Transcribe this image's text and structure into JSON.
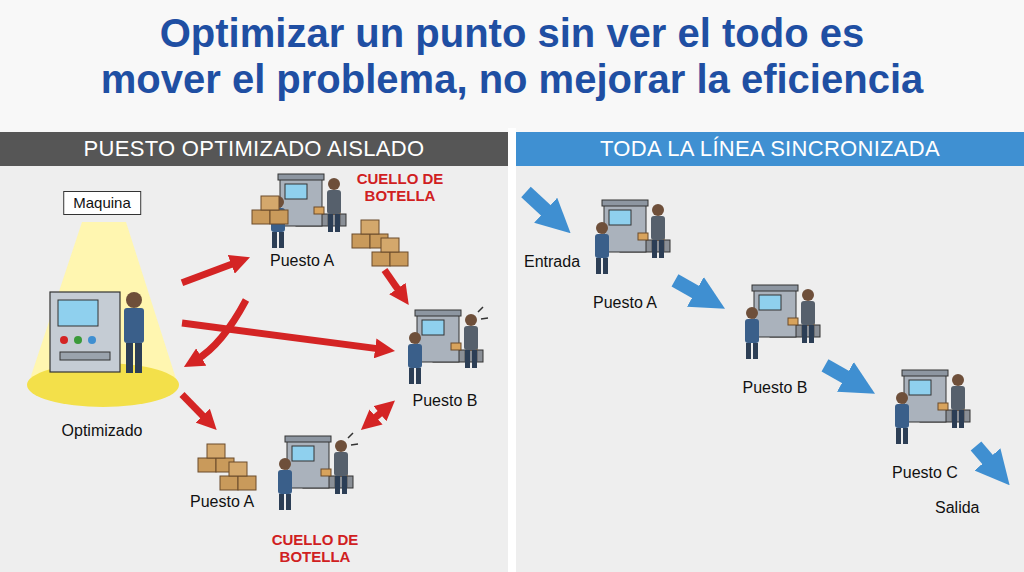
{
  "diagram": {
    "title": "Optimizar un punto sin ver el todo es mover el problema, no mejorar la eficiencia",
    "nodes": [
      {
        "text": [
          "PUESTO OPTIMIZADO AISLADO"
        ]
      },
      {
        "text": [
          "Maquina",
          "Optimizado"
        ],
        "in": 0
      },
      {
        "text": [
          "CUELLO DE BOTELLA",
          "Puesto A"
        ],
        "in": 0
      },
      {
        "text": [
          "Puesto B"
        ],
        "in": 0
      },
      {
        "text": [
          "Puesto A",
          "CUELLO DE BOTELLA"
        ],
        "in": 0
      },
      {
        "text": [
          "TODA LA LÍNEA SINCRONIZADA"
        ]
      },
      {
        "text": [
          "Puesto A"
        ],
        "in": 5
      },
      {
        "text": [
          "Puesto B"
        ],
        "in": 5
      },
      {
        "text": [
          "Puesto C"
        ],
        "in": 5
      }
    ],
    "edges": [
      {
        "from": 1,
        "to": 2,
        "arrow": "to"
      },
      {
        "from": 1,
        "to": 3,
        "arrow": "to"
      },
      {
        "from": 1,
        "to": 4,
        "arrow": "to"
      },
      {
        "from": 2,
        "to": 3,
        "arrow": "to"
      },
      {
        "from": 3,
        "to": 4,
        "arrow": "both"
      },
      {
        "from": 6,
        "to": 7,
        "arrow": "to"
      },
      {
        "from": 7,
        "to": 8,
        "arrow": "to"
      }
    ],
    "labels": [
      "Entrada",
      "Salida"
    ]
  }
}
